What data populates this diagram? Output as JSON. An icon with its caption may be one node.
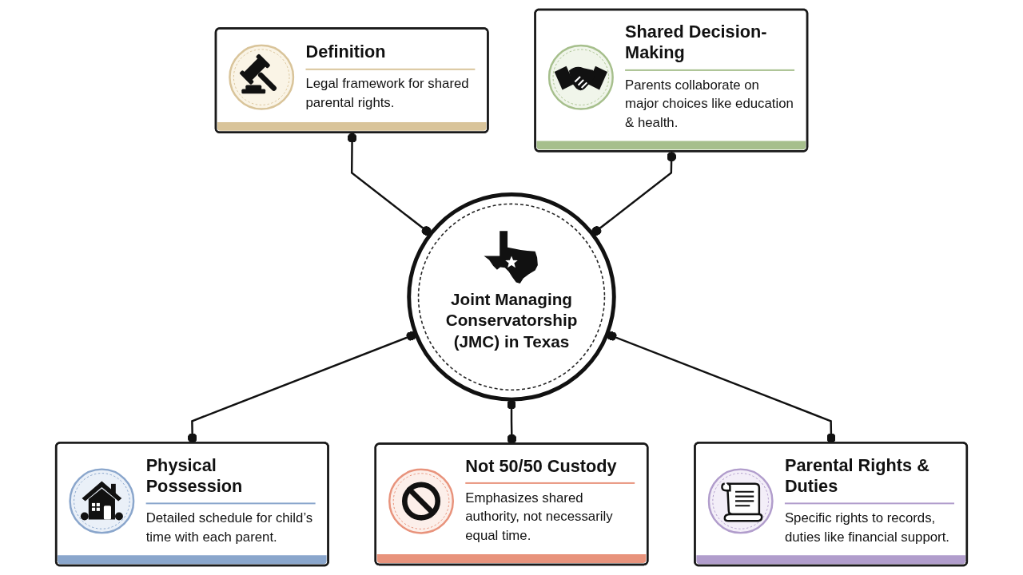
{
  "diagram": {
    "nodes": [
      {
        "text": [
          "Definition",
          "Legal framework for shared parental rights."
        ]
      },
      {
        "text": [
          "Joint Managing Conservatorship (JMC) in Texas"
        ]
      },
      {
        "text": [
          "Shared Decision-Making",
          "Parents collaborate on major choices like education & health."
        ]
      },
      {
        "text": [
          "Physical Possession",
          "Detailed schedule for child’s time with each parent."
        ]
      },
      {
        "text": [
          "Parental Rights & Duties",
          "Specific rights to records, duties like financial support."
        ]
      },
      {
        "text": [
          "Not 50/50 Custody",
          "Emphasizes shared authority, not necessarily equal time."
        ]
      }
    ],
    "edges": [
      {
        "from": 0,
        "to": 1,
        "arrow": "other"
      },
      {
        "from": 2,
        "to": 1,
        "arrow": "other"
      },
      {
        "from": 1,
        "to": 3,
        "arrow": "other"
      },
      {
        "from": 1,
        "to": 5,
        "arrow": "other"
      },
      {
        "from": 1,
        "to": 4,
        "arrow": "other"
      }
    ]
  }
}
